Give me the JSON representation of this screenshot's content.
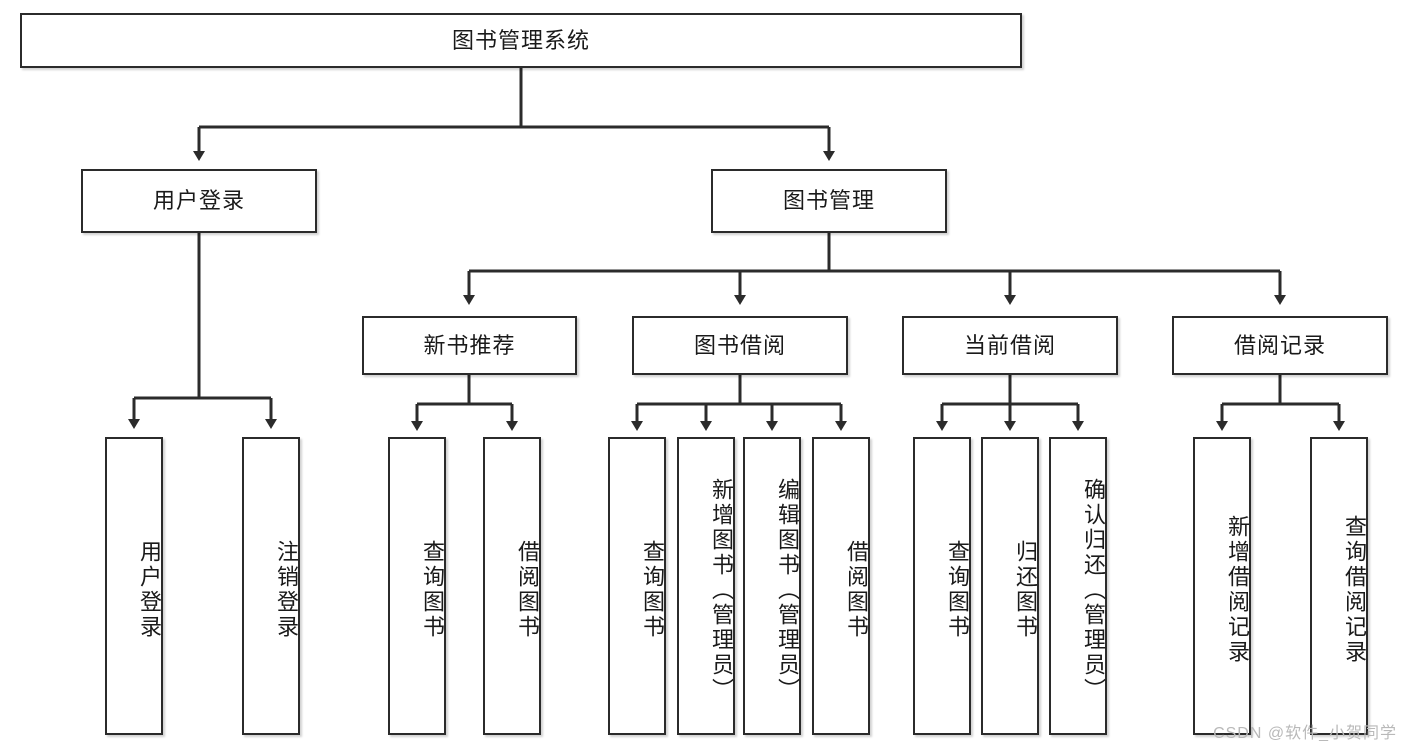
{
  "diagram": {
    "type": "tree-hierarchy-diagram",
    "title": "图书管理系统",
    "root": {
      "id": "root",
      "label": "图书管理系统",
      "orientation": "horizontal"
    },
    "level2": [
      {
        "id": "user-login",
        "label": "用户登录",
        "orientation": "horizontal"
      },
      {
        "id": "book-management",
        "label": "图书管理",
        "orientation": "horizontal"
      }
    ],
    "level3": [
      {
        "id": "new-book-recommend",
        "label": "新书推荐",
        "orientation": "horizontal",
        "parent": "book-management"
      },
      {
        "id": "book-borrow",
        "label": "图书借阅",
        "orientation": "horizontal",
        "parent": "book-management"
      },
      {
        "id": "current-borrow",
        "label": "当前借阅",
        "orientation": "horizontal",
        "parent": "book-management"
      },
      {
        "id": "borrow-record",
        "label": "借阅记录",
        "orientation": "horizontal",
        "parent": "book-management"
      }
    ],
    "leaves": [
      {
        "id": "leaf-user-login",
        "label": "用户登录",
        "parent": "user-login"
      },
      {
        "id": "leaf-user-logout",
        "label": "注销登录",
        "parent": "user-login"
      },
      {
        "id": "leaf-query-book-1",
        "label": "查询图书",
        "parent": "new-book-recommend"
      },
      {
        "id": "leaf-borrow-book-1",
        "label": "借阅图书",
        "parent": "new-book-recommend"
      },
      {
        "id": "leaf-query-book-2",
        "label": "查询图书",
        "parent": "book-borrow"
      },
      {
        "id": "leaf-add-book",
        "label": "新增图书（管理员）",
        "parent": "book-borrow"
      },
      {
        "id": "leaf-edit-book",
        "label": "编辑图书（管理员）",
        "parent": "book-borrow"
      },
      {
        "id": "leaf-borrow-book-2",
        "label": "借阅图书",
        "parent": "book-borrow"
      },
      {
        "id": "leaf-query-book-3",
        "label": "查询图书",
        "parent": "current-borrow"
      },
      {
        "id": "leaf-return-book",
        "label": "归还图书",
        "parent": "current-borrow"
      },
      {
        "id": "leaf-confirm-return",
        "label": "确认归还（管理员）",
        "parent": "current-borrow"
      },
      {
        "id": "leaf-add-record",
        "label": "新增借阅记录",
        "parent": "borrow-record"
      },
      {
        "id": "leaf-query-record",
        "label": "查询借阅记录",
        "parent": "borrow-record"
      }
    ],
    "colors": {
      "border": "#2b2b2b",
      "background": "#ffffff",
      "text": "#1a1a1a",
      "watermark": "#b9b9b9"
    }
  },
  "watermark": {
    "text": "CSDN @软件_小贺同学"
  }
}
